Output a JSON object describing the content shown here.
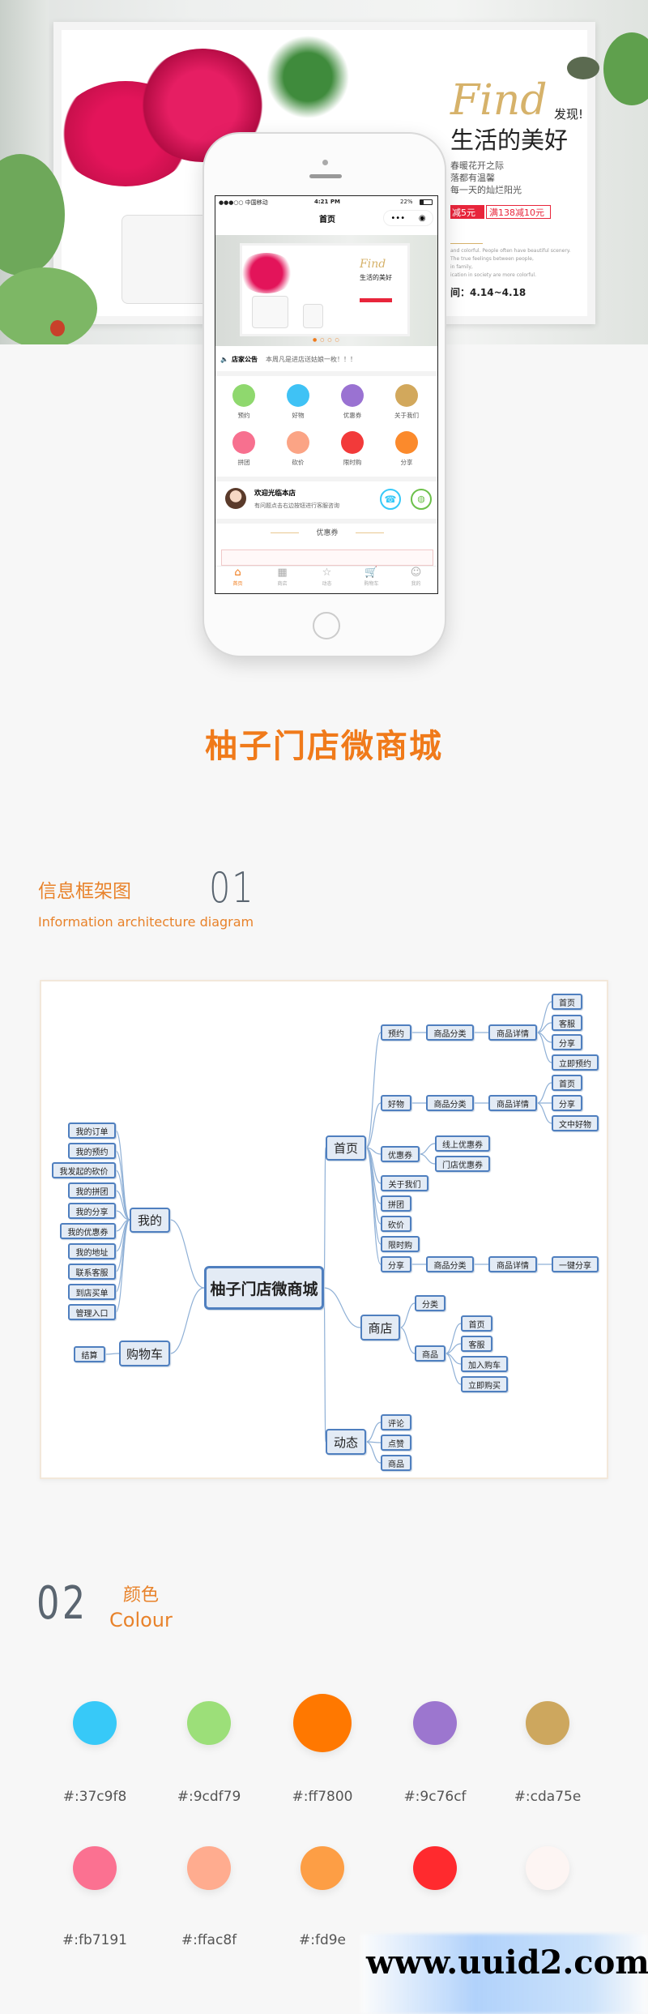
{
  "hero": {
    "find": "Find",
    "find_cn": "发现!",
    "slogan": "生活的美好",
    "lines": [
      "春暖花开之际",
      "落都有温馨",
      "每一天的灿烂阳光"
    ],
    "badge_red": "减5元",
    "badge_outline": "满138减10元",
    "english_lines": [
      "and colorful. People often have beautiful scenery.",
      "The true feelings between people,",
      "in family,",
      "ication in society are more colorful."
    ],
    "date": "间：4.14~4.18"
  },
  "phone": {
    "status": {
      "signal": "●●●○○ 中国移动",
      "time": "4:21 PM",
      "battery": "22%"
    },
    "nav_title": "首页",
    "banner": {
      "find": "Find",
      "slogan": "生活的美好"
    },
    "notice": {
      "label": "店家公告",
      "text": "本周凡是进店送姑娘一枚！！！"
    },
    "grid": [
      {
        "label": "预约",
        "color": "#8fd86e"
      },
      {
        "label": "好物",
        "color": "#3fc2f5"
      },
      {
        "label": "优惠券",
        "color": "#9a72d2"
      },
      {
        "label": "关于我们",
        "color": "#d2a85c"
      },
      {
        "label": "拼团",
        "color": "#f7708f"
      },
      {
        "label": "砍价",
        "color": "#fba485"
      },
      {
        "label": "限时购",
        "color": "#f23a3a"
      },
      {
        "label": "分享",
        "color": "#fb8a2c"
      }
    ],
    "welcome": {
      "title": "欢迎光临本店",
      "subtitle": "有问题点击右边按钮进行客服咨询"
    },
    "coupon_title": "优惠券",
    "tabs": [
      {
        "label": "首页",
        "icon": "home-icon",
        "glyph": "⌂",
        "active": true
      },
      {
        "label": "商店",
        "icon": "grid-icon",
        "glyph": "▦",
        "active": false
      },
      {
        "label": "动态",
        "icon": "star-icon",
        "glyph": "☆",
        "active": false
      },
      {
        "label": "购物车",
        "icon": "cart-icon",
        "glyph": "🛒",
        "active": false
      },
      {
        "label": "我的",
        "icon": "user-icon",
        "glyph": "☺",
        "active": false
      }
    ]
  },
  "title": "柚子门店微商城",
  "section1": {
    "title_cn": "信息框架图",
    "number": "01",
    "title_en": "Information architecture diagram"
  },
  "diagram": {
    "nodes": [
      {
        "label": "柚子门店微商城",
        "parent": null
      },
      {
        "label": "首页",
        "parent": 0
      },
      {
        "label": "商店",
        "parent": 0
      },
      {
        "label": "动态",
        "parent": 0
      },
      {
        "label": "我的",
        "parent": 0
      },
      {
        "label": "购物车",
        "parent": 0
      },
      {
        "label": "结算",
        "parent": 5
      },
      {
        "label": "我的订单",
        "parent": 4
      },
      {
        "label": "我的预约",
        "parent": 4
      },
      {
        "label": "我发起的砍价",
        "parent": 4
      },
      {
        "label": "我的拼团",
        "parent": 4
      },
      {
        "label": "我的分享",
        "parent": 4
      },
      {
        "label": "我的优惠券",
        "parent": 4
      },
      {
        "label": "我的地址",
        "parent": 4
      },
      {
        "label": "联系客服",
        "parent": 4
      },
      {
        "label": "到店买单",
        "parent": 4
      },
      {
        "label": "管理入口",
        "parent": 4
      },
      {
        "label": "预约",
        "parent": 1
      },
      {
        "label": "好物",
        "parent": 1
      },
      {
        "label": "优惠券",
        "parent": 1
      },
      {
        "label": "关于我们",
        "parent": 1
      },
      {
        "label": "拼团",
        "parent": 1
      },
      {
        "label": "砍价",
        "parent": 1
      },
      {
        "label": "限时购",
        "parent": 1
      },
      {
        "label": "分享",
        "parent": 1
      },
      {
        "label": "商品分类",
        "parent": 17
      },
      {
        "label": "商品详情",
        "parent": 25
      },
      {
        "label": "首页",
        "parent": 26
      },
      {
        "label": "客服",
        "parent": 26
      },
      {
        "label": "分享",
        "parent": 26
      },
      {
        "label": "立即预约",
        "parent": 26
      },
      {
        "label": "商品分类",
        "parent": 18
      },
      {
        "label": "商品详情",
        "parent": 31
      },
      {
        "label": "首页",
        "parent": 32
      },
      {
        "label": "分享",
        "parent": 32
      },
      {
        "label": "文中好物",
        "parent": 32
      },
      {
        "label": "线上优惠券",
        "parent": 19
      },
      {
        "label": "门店优惠券",
        "parent": 19
      },
      {
        "label": "商品分类",
        "parent": 24
      },
      {
        "label": "商品详情",
        "parent": 38
      },
      {
        "label": "一键分享",
        "parent": 39
      },
      {
        "label": "分类",
        "parent": 2
      },
      {
        "label": "商品",
        "parent": 2
      },
      {
        "label": "首页",
        "parent": 42
      },
      {
        "label": "客服",
        "parent": 42
      },
      {
        "label": "加入购车",
        "parent": 42
      },
      {
        "label": "立即购买",
        "parent": 42
      },
      {
        "label": "评论",
        "parent": 3
      },
      {
        "label": "点赞",
        "parent": 3
      },
      {
        "label": "商品",
        "parent": 3
      }
    ]
  },
  "section2": {
    "number": "02",
    "title_cn": "颜色",
    "title_en": "Colour"
  },
  "colors": [
    {
      "hex": "#37c9f8",
      "label": "#:37c9f8"
    },
    {
      "hex": "#9cdf79",
      "label": "#:9cdf79"
    },
    {
      "hex": "#ff7800",
      "label": "#:ff7800"
    },
    {
      "hex": "#9c76cf",
      "label": "#:9c76cf"
    },
    {
      "hex": "#cda75e",
      "label": "#:cda75e"
    },
    {
      "hex": "#fb7191",
      "label": "#:fb7191"
    },
    {
      "hex": "#ffac8f",
      "label": "#:ffac8f"
    },
    {
      "hex": "#fd9e45",
      "label": "#:fd9e"
    },
    {
      "hex": "#ff2a2e",
      "label": null
    },
    {
      "hex": "#fdf5f3",
      "label": null
    }
  ],
  "watermark": "www.uuid2.com"
}
